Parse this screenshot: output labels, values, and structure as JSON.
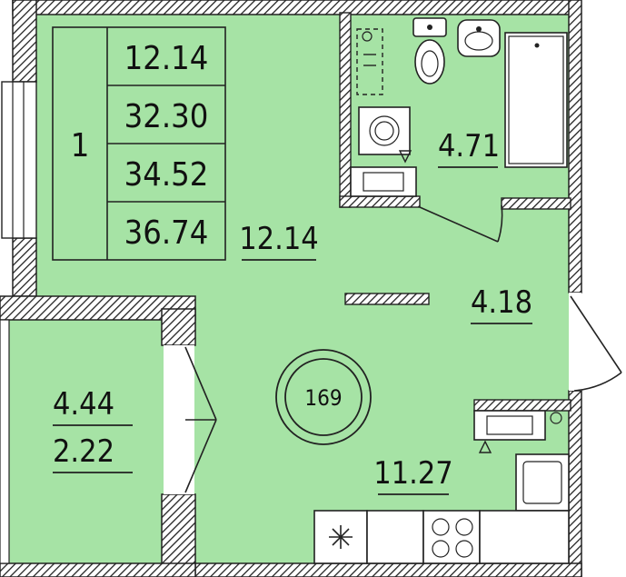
{
  "apartment": {
    "rooms_count": "1",
    "summary_areas": [
      "12.14",
      "32.30",
      "34.52",
      "36.74"
    ],
    "number": "169"
  },
  "rooms": {
    "living_area": "12.14",
    "bathroom_area": "4.71",
    "hall_area": "4.18",
    "kitchen_area": "11.27",
    "balcony_area": "4.44",
    "balcony_reduced_area": "2.22"
  },
  "colors": {
    "floor": "#a6e3a5",
    "wall": "#222222",
    "hatch_bg": "#ffffff",
    "fixture": "#ffffff"
  },
  "icons": [
    "toilet-icon",
    "sink-icon",
    "bathtub-icon",
    "washing-machine-icon",
    "radiator-icon",
    "fridge-icon",
    "stove-icon",
    "door-swing-icon"
  ]
}
